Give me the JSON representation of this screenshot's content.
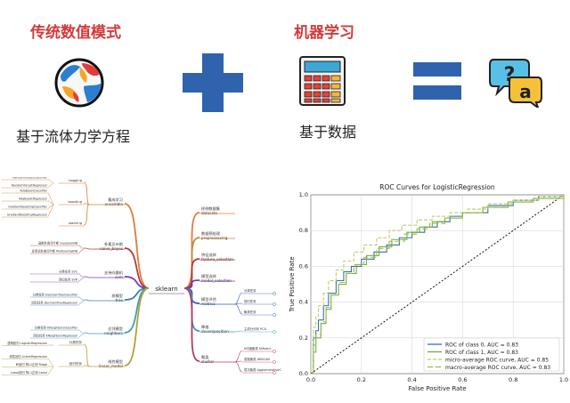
{
  "top": {
    "left_title": "传统数值模式",
    "left_caption": "基于流体力学方程",
    "right_title": "机器学习",
    "right_caption": "基于数据"
  },
  "icons": {
    "plus": {
      "color": "#2f63ad",
      "name": "plus-icon"
    },
    "equals": {
      "color": "#2f63ad",
      "name": "equals-icon"
    },
    "globe": {
      "name": "globe-icon"
    },
    "calculator": {
      "name": "calculator-icon"
    },
    "qa": {
      "name": "question-answer-icon"
    }
  },
  "mindmap": {
    "center": "sklearn",
    "branches": [
      {
        "side": "left",
        "label": "集成学习\nensemble",
        "color": "#e07b3a",
        "y": 30,
        "subs": [
          {
            "label": "bagging",
            "leaves": [
              "RandomForestClassifier",
              "RandomForestRegressor"
            ]
          },
          {
            "label": "boosting",
            "leaves": [
              "AdaBoostClassifier",
              "AdaBoostRegressor",
              "GradientBoostingClassifier",
              "GradientBoostingRegressor"
            ]
          },
          {
            "label": "stacking",
            "leaves": []
          }
        ]
      },
      {
        "side": "left",
        "label": "朴素贝叶斯\nnaive_bayes",
        "color": "#b23a3a",
        "y": 80,
        "subs": [
          {
            "label": "",
            "leaves": [
              "高斯朴素贝叶斯 GaussianNB",
              "多项式朴素贝叶斯 MultinomialNB"
            ]
          }
        ]
      },
      {
        "side": "left",
        "label": "支持向量机\nsvm",
        "color": "#7a3ab2",
        "y": 112,
        "subs": [
          {
            "label": "",
            "leaves": [
              "分类任务 SVC",
              "回归任务 SVR"
            ]
          }
        ]
      },
      {
        "side": "left",
        "label": "树模型\ntree",
        "color": "#3a7ab2",
        "y": 138,
        "subs": [
          {
            "label": "",
            "leaves": [
              "分类任务 DecisionTreeClassifier",
              "回归任务 DecisionTreeRegressor"
            ]
          }
        ]
      },
      {
        "side": "left",
        "label": "近邻模型\nneighbors",
        "color": "#3aa0b2",
        "y": 175,
        "subs": [
          {
            "label": "",
            "leaves": [
              "分类任务 KNeighborsClassifier",
              "回归任务 KNeighborsRegressor"
            ]
          }
        ]
      },
      {
        "side": "left",
        "label": "线性模型\nlinear_model",
        "color": "#b2a03a",
        "y": 212,
        "subs": [
          {
            "label": "分类任务",
            "leaves": [
              "逻辑回归 LogisticRegression"
            ]
          },
          {
            "label": "回归任务",
            "leaves": [
              "线性回归 LinearRegression",
              "岭回归 带L2正则 Ridge",
              "Lasso回归 带L1正则 Lasso"
            ]
          }
        ]
      },
      {
        "side": "right",
        "label": "样例数据集\ndatasets",
        "color": "#e07b3a",
        "y": 40
      },
      {
        "side": "right",
        "label": "数据预处理\npreprocessing",
        "color": "#c08a3a",
        "y": 68
      },
      {
        "side": "right",
        "label": "特征选择\nfeature_selection",
        "color": "#b03a3a",
        "y": 92
      },
      {
        "side": "right",
        "label": "模型选择\nmodel_selection",
        "color": "#7a3ab2",
        "y": 116
      },
      {
        "side": "right",
        "label": "模型评估\nmetrics",
        "color": "#3a5ab2",
        "y": 142,
        "leaves": [
          "分类任务",
          "回归任务",
          "聚类任务"
        ]
      },
      {
        "side": "right",
        "label": "降维\ndecomposition",
        "color": "#3aa0b2",
        "y": 173,
        "leaves": [
          "主成分分析 PCA"
        ]
      },
      {
        "side": "right",
        "label": "聚类\ncluster",
        "color": "#b23a6a",
        "y": 207,
        "leaves": [
          "K均值聚类 KMeans",
          "密度聚类 DBSCAN",
          "层次聚类 AgglomerativeClustering"
        ]
      }
    ]
  },
  "chart_data": {
    "type": "line",
    "title": "ROC Curves for LogisticRegression",
    "xlabel": "False Positive Rate",
    "ylabel": "True Positive Rate",
    "xlim": [
      0,
      1
    ],
    "ylim": [
      0,
      1
    ],
    "xticks": [
      "0.0",
      "0.2",
      "0.4",
      "0.6",
      "0.8",
      "1.0"
    ],
    "yticks": [
      "0.0",
      "0.2",
      "0.4",
      "0.6",
      "0.8",
      "1.0"
    ],
    "grid": true,
    "legend_position": "lower-right",
    "series": [
      {
        "name": "ROC of class 0, AUC = 0.83",
        "color": "#3a6fb0",
        "dash": "",
        "x": [
          0,
          0.01,
          0.02,
          0.03,
          0.05,
          0.07,
          0.1,
          0.13,
          0.16,
          0.2,
          0.25,
          0.3,
          0.35,
          0.4,
          0.45,
          0.5,
          0.55,
          0.6,
          0.7,
          0.8,
          0.9,
          1.0
        ],
        "y": [
          0,
          0.2,
          0.24,
          0.3,
          0.38,
          0.45,
          0.52,
          0.57,
          0.6,
          0.64,
          0.68,
          0.72,
          0.76,
          0.79,
          0.82,
          0.85,
          0.88,
          0.9,
          0.94,
          0.97,
          0.99,
          1.0
        ]
      },
      {
        "name": "ROC of class 1, AUC = 0.83",
        "color": "#6fae45",
        "dash": "",
        "x": [
          0,
          0.01,
          0.02,
          0.04,
          0.06,
          0.08,
          0.11,
          0.14,
          0.18,
          0.22,
          0.27,
          0.32,
          0.38,
          0.43,
          0.48,
          0.53,
          0.6,
          0.68,
          0.78,
          0.88,
          1.0
        ],
        "y": [
          0,
          0.12,
          0.2,
          0.28,
          0.36,
          0.44,
          0.5,
          0.56,
          0.61,
          0.66,
          0.71,
          0.75,
          0.79,
          0.82,
          0.85,
          0.87,
          0.9,
          0.93,
          0.96,
          0.98,
          1.0
        ]
      },
      {
        "name": "micro-average ROC curve, AUC = 0.85",
        "color": "#b8cf6a",
        "dash": "4,2",
        "x": [
          0,
          0.01,
          0.02,
          0.03,
          0.05,
          0.07,
          0.1,
          0.13,
          0.17,
          0.21,
          0.26,
          0.31,
          0.36,
          0.42,
          0.48,
          0.55,
          0.62,
          0.7,
          0.8,
          0.9,
          1.0
        ],
        "y": [
          0,
          0.26,
          0.32,
          0.38,
          0.45,
          0.52,
          0.58,
          0.63,
          0.68,
          0.72,
          0.76,
          0.8,
          0.83,
          0.86,
          0.88,
          0.9,
          0.92,
          0.95,
          0.97,
          0.99,
          1.0
        ]
      },
      {
        "name": "macro-average ROC curve, AUC = 0.83",
        "color": "#9bbf3a",
        "dash": "6,3",
        "x": [
          0,
          0.01,
          0.02,
          0.04,
          0.06,
          0.08,
          0.11,
          0.14,
          0.17,
          0.21,
          0.26,
          0.31,
          0.37,
          0.42,
          0.47,
          0.53,
          0.6,
          0.68,
          0.78,
          0.88,
          1.0
        ],
        "y": [
          0,
          0.16,
          0.22,
          0.29,
          0.37,
          0.44,
          0.51,
          0.56,
          0.61,
          0.65,
          0.7,
          0.74,
          0.78,
          0.81,
          0.84,
          0.87,
          0.9,
          0.93,
          0.96,
          0.98,
          1.0
        ]
      }
    ],
    "diagonal": true
  }
}
